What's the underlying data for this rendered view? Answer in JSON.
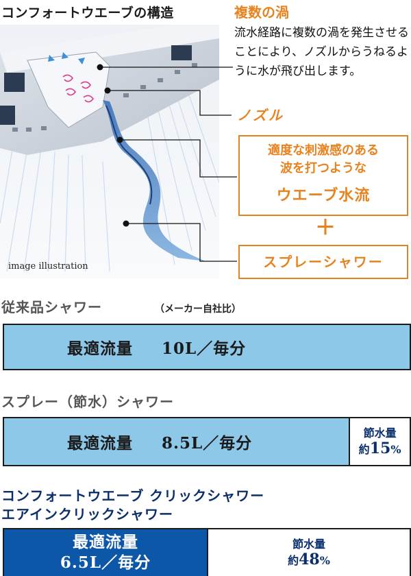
{
  "diagram": {
    "title": "コンフォートウエーブの構造",
    "caption": "image illustration",
    "feature_title": "複数の渦",
    "feature_desc": "流水経路に複数の渦を発生させることにより、ノズルからうねるように水が飛び出します。",
    "nozzle_label": "ノズル",
    "wave_line1": "適度な刺激感のある",
    "wave_line2": "波を打つような",
    "wave_line3": "ウエーブ水流",
    "plus": "＋",
    "spray_label": "スプレーシャワー"
  },
  "comparisons": [
    {
      "title": "従来品シャワー",
      "note": "（メーカー自社比）",
      "flow_label": "最適流量",
      "flow_value": "10L／毎分",
      "fill_fraction": 1.0,
      "color": "#8ec8e8"
    },
    {
      "title": "スプレー（節水）シャワー",
      "flow_label": "最適流量",
      "flow_value": "8.5L／毎分",
      "fill_fraction": 0.85,
      "saving_label": "節水量",
      "saving_prefix": "約",
      "saving_value": "15",
      "saving_unit": "%",
      "color": "#8ec8e8"
    },
    {
      "title_line1": "コンフォートウエーブ クリックシャワー",
      "title_line2": "エアインクリックシャワー",
      "flow_label": "最適流量",
      "flow_value": "6.5L／毎分",
      "fill_fraction": 0.5,
      "saving_label": "節水量",
      "saving_prefix": "約",
      "saving_value": "48",
      "saving_unit": "%",
      "color": "#0c57a8"
    }
  ],
  "colors": {
    "accent": "#e8821e",
    "navy": "#0a2f6b",
    "light_blue": "#8ec8e8",
    "dark_blue": "#0c57a8"
  }
}
